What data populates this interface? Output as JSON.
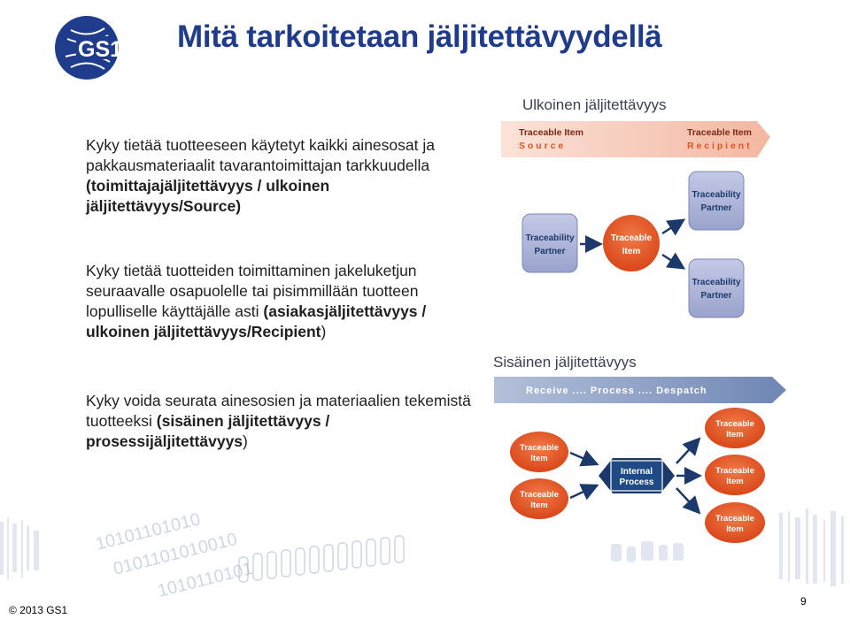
{
  "slide": {
    "title": "Mitä tarkoitetaan jäljitettävyydellä",
    "logo_text": "GS1",
    "copyright": "© 2013 GS1",
    "page_number": "9"
  },
  "body": {
    "paragraphs": [
      {
        "segments": [
          {
            "text": "Kyky tietää tuotteeseen käytetyt kaikki ainesosat ja pakkausmateriaalit tavarantoimittajan tarkkuudella ",
            "bold": false
          },
          {
            "text": "(toimittajajäljitettävyys / ulkoinen jäljitettävyys/Source)",
            "bold": true
          }
        ]
      },
      {
        "segments": [
          {
            "text": "Kyky tietää tuotteiden toimittaminen jakeluketjun seuraavalle osapuolelle tai pisimmillään tuotteen lopulliselle käyttäjälle asti ",
            "bold": false
          },
          {
            "text": "(asiakasjäljitettävyys / ulkoinen jäljitettävyys/Recipient",
            "bold": true
          },
          {
            "text": ")",
            "bold": false
          }
        ]
      },
      {
        "segments": [
          {
            "text": "Kyky voida seurata ainesosien ja materiaalien tekemistä tuotteeksi ",
            "bold": false
          },
          {
            "text": "(sisäinen jäljitettävyys / prosessijäljitettävyys",
            "bold": true
          },
          {
            "text": ")",
            "bold": false
          }
        ]
      }
    ]
  },
  "external": {
    "heading": "Ulkoinen jäljitettävyys",
    "arrow_left_top": "Traceable Item",
    "arrow_left_bottom": "S o u r c e",
    "arrow_right_top": "Traceable Item",
    "arrow_right_bottom": "R e c i p i e n t",
    "partner_line1": "Traceability",
    "partner_line2": "Partner",
    "item_line1": "Traceable",
    "item_line2": "Item"
  },
  "internal": {
    "heading": "Sisäinen jäljitettävyys",
    "arrow_text": "Receive .... Process .... Despatch",
    "item_line1": "Traceable",
    "item_line2": "Item",
    "process_line1": "Internal",
    "process_line2": "Process"
  },
  "colors": {
    "title": "#1f3b8c",
    "partner_box": "#a9b2d6",
    "orange": "#e2531f",
    "navy": "#1b3a6b",
    "source_arrow": "#f6c8b8",
    "process_arrow": "#8ea2c6"
  }
}
